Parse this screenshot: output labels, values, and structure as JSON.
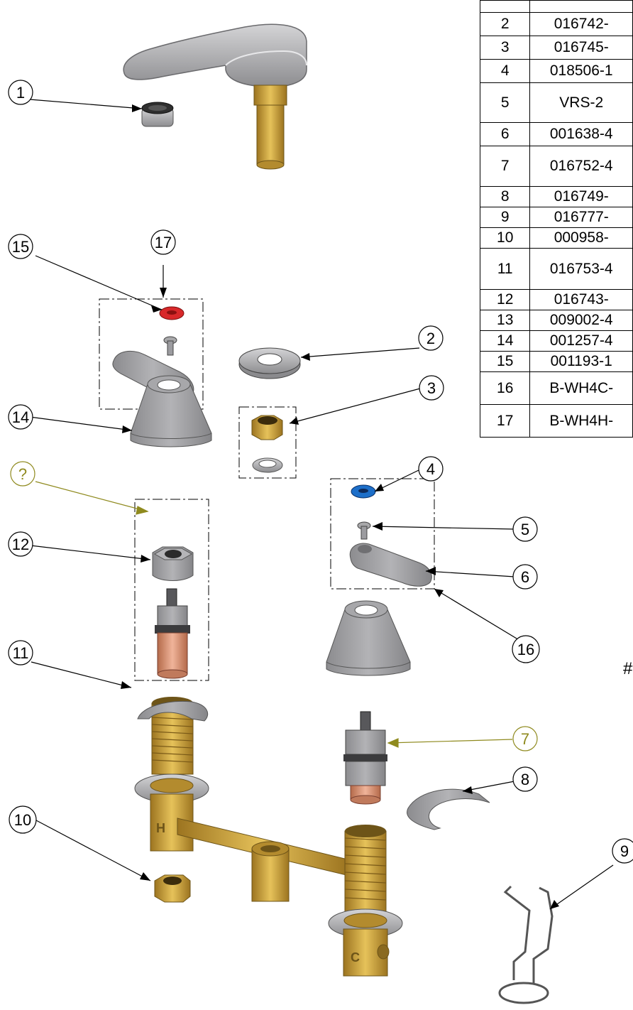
{
  "parts_table": {
    "rows": [
      {
        "num": "",
        "pn": ""
      },
      {
        "num": "2",
        "pn": "016742-"
      },
      {
        "num": "3",
        "pn": "016745-"
      },
      {
        "num": "4",
        "pn": "018506-1"
      },
      {
        "num": "5",
        "pn": "VRS-2"
      },
      {
        "num": "6",
        "pn": "001638-4"
      },
      {
        "num": "7",
        "pn": "016752-4"
      },
      {
        "num": "8",
        "pn": "016749-"
      },
      {
        "num": "9",
        "pn": "016777-"
      },
      {
        "num": "10",
        "pn": "000958-"
      },
      {
        "num": "11",
        "pn": "016753-4"
      },
      {
        "num": "12",
        "pn": "016743-"
      },
      {
        "num": "13",
        "pn": "009002-4"
      },
      {
        "num": "14",
        "pn": "001257-4"
      },
      {
        "num": "15",
        "pn": "001193-1"
      },
      {
        "num": "16",
        "pn": "B-WH4C-"
      },
      {
        "num": "17",
        "pn": "B-WH4H-"
      }
    ]
  },
  "callouts": {
    "c1": "1",
    "c2": "2",
    "c3": "3",
    "c4": "4",
    "c5": "5",
    "c6": "6",
    "c7": "7",
    "c8": "8",
    "c9": "9",
    "c10": "10",
    "c11": "11",
    "c12": "12",
    "c14": "14",
    "c15": "15",
    "c16": "16",
    "c17": "17",
    "cq": "?"
  },
  "partial_text": "#",
  "colors": {
    "highlight_olive": "#8f8a1e",
    "brass": "#c9a23a",
    "steel": "#a9a9ab",
    "hot_red": "#d8282a",
    "cold_blue": "#1d6fc9"
  }
}
